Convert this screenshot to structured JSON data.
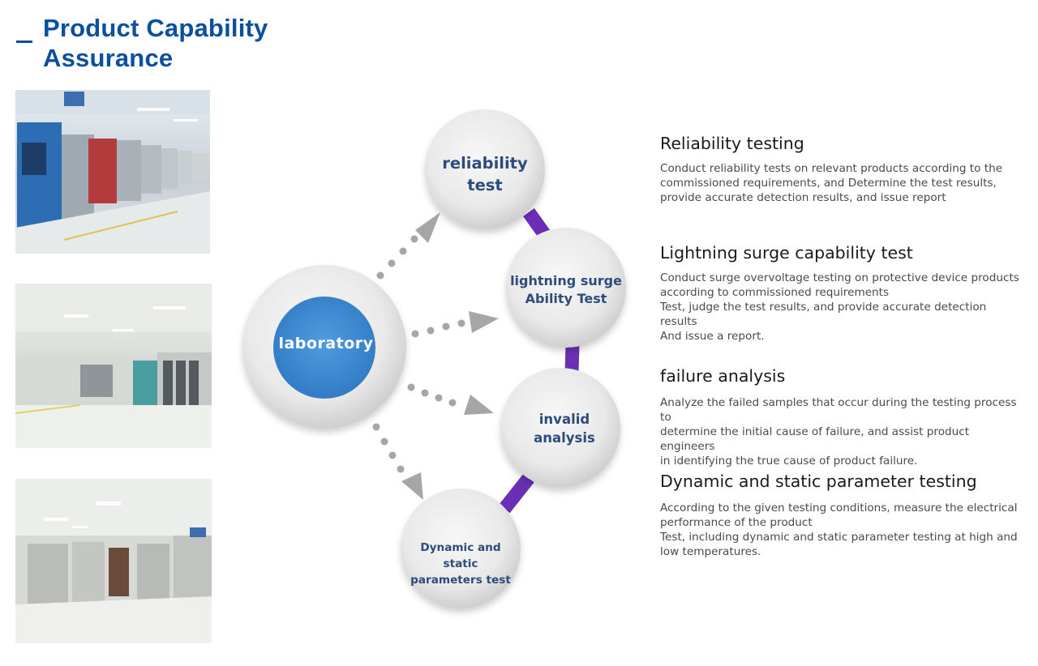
{
  "header": {
    "title_line1": "Product Capability",
    "title_line2": "Assurance",
    "accent_color": "#0b4fa0"
  },
  "diagram": {
    "center": {
      "label": "laboratory",
      "color": "#3f8fd6"
    },
    "nodes": [
      {
        "id": "reliability",
        "line1": "reliability",
        "line2": "test"
      },
      {
        "id": "lightning",
        "line1": "lightning surge",
        "line2": "Ability Test"
      },
      {
        "id": "invalid",
        "line1": "invalid",
        "line2": "analysis"
      },
      {
        "id": "dynamic",
        "line1": "Dynamic and static",
        "line2": "parameters test"
      }
    ],
    "connector_color": "#6b2fb6",
    "arrow_color": "#a6a6a6"
  },
  "descriptions": [
    {
      "title": "Reliability testing",
      "text": "Conduct reliability tests on relevant products according to the\ncommissioned requirements, and Determine the test results,\nprovide accurate detection results, and issue report"
    },
    {
      "title": "Lightning surge capability test",
      "text": "Conduct surge overvoltage testing on protective device products\naccording to commissioned requirements\nTest, judge the test results, and provide accurate detection results\nAnd issue a report."
    },
    {
      "title": "failure analysis",
      "text": "Analyze the failed samples that occur during the testing process to\ndetermine the initial cause of failure, and assist product engineers\nin identifying the true cause of product failure."
    },
    {
      "title": "Dynamic and static parameter testing",
      "text": "According to the given testing conditions, measure the electrical\nperformance of the product\nTest, including dynamic and static parameter testing at high and\nlow temperatures."
    }
  ]
}
